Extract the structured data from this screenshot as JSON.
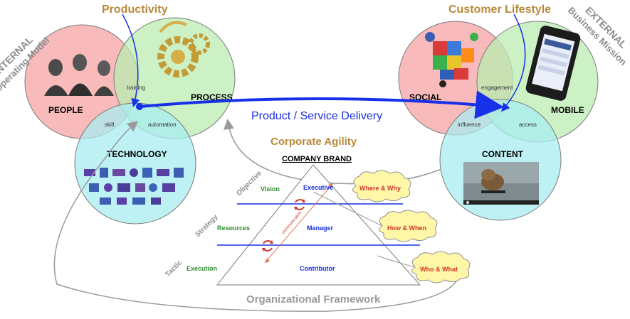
{
  "top_titles": {
    "productivity": "Productivity",
    "customer_lifestyle": "Customer Lifestyle"
  },
  "side_labels": {
    "internal_line1": "INTERNAL",
    "internal_line2": "Operating Model",
    "external_line1": "EXTERNAL",
    "external_line2": "Business Mission"
  },
  "internal_venn": {
    "people": "PEOPLE",
    "process": "PROCESS",
    "technology": "TECHNOLOGY",
    "training": "training",
    "skill": "skill",
    "automation": "automation"
  },
  "external_venn": {
    "social": "SOCIAL",
    "mobile": "MOBILE",
    "content": "CONTENT",
    "engagement": "engagement",
    "influence": "influence",
    "access": "access"
  },
  "delivery_label": "Product / Service Delivery",
  "corporate_agility": "Corporate Agility",
  "pyramid": {
    "brand": "COMPANY BRAND",
    "vision": "Vision",
    "executive": "Executive",
    "resources": "Resources",
    "manager": "Manager",
    "execution": "Execution",
    "contributor": "Contributor",
    "communication": "communication",
    "objective": "Objective",
    "strategy": "Strategy",
    "tactic": "Tactic"
  },
  "clouds": {
    "where_why": "Where & Why",
    "how_when": "How & When",
    "who_what": "Who & What"
  },
  "framework": "Organizational Framework",
  "colors": {
    "red_circle": "#f6a3a3",
    "green_circle": "#b9ecb0",
    "blue_circle": "#a8ecf0",
    "arrow_blue": "#1730e8",
    "cloud_fill": "#fff7a8",
    "orange": "#b8893a"
  }
}
